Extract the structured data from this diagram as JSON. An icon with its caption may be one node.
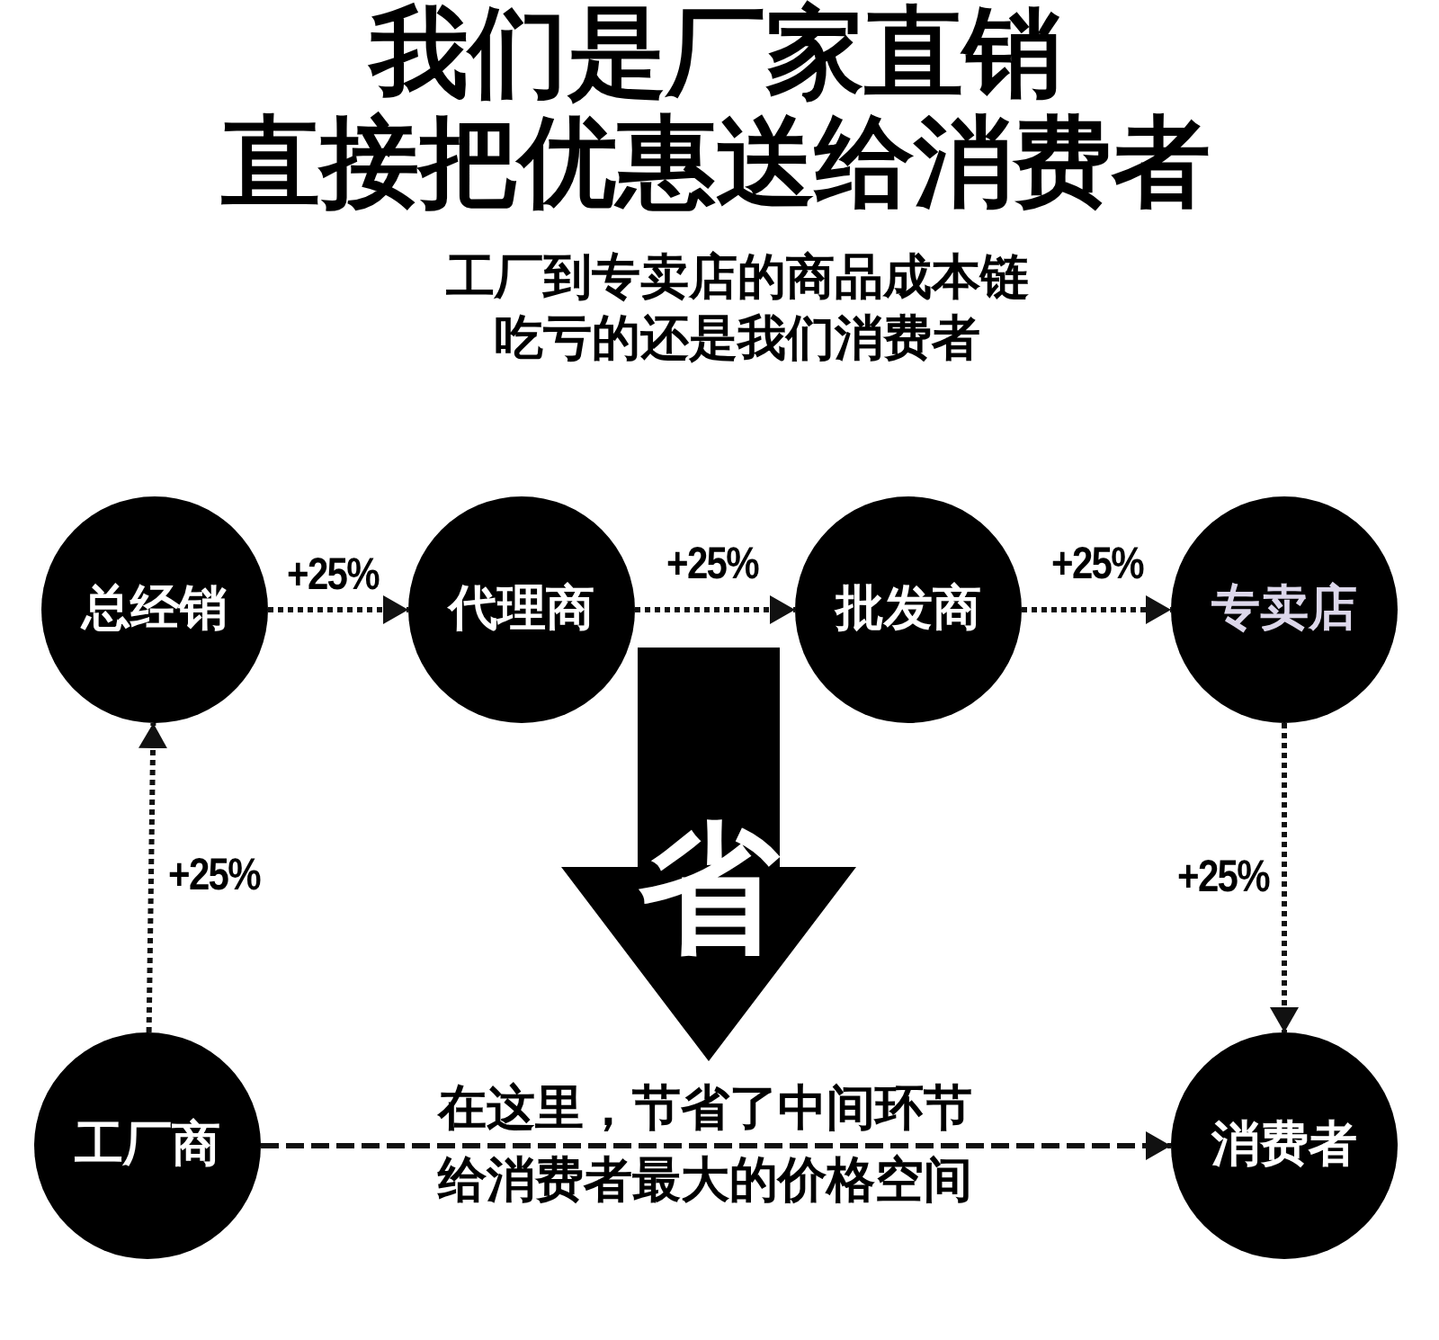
{
  "diagram": {
    "title": "我们是厂家直销",
    "nodes": [
      {
        "text": [
          "总经销"
        ]
      },
      {
        "text": [
          "代理商"
        ]
      },
      {
        "text": [
          "批发商"
        ]
      },
      {
        "text": [
          "专卖店"
        ]
      },
      {
        "text": [
          "省"
        ]
      },
      {
        "text": [
          "工厂商"
        ]
      },
      {
        "text": [
          "消费者"
        ]
      }
    ],
    "edges": [
      {
        "from": 0,
        "to": 1,
        "arrow": "to",
        "label": "+25%"
      },
      {
        "from": 1,
        "to": 2,
        "arrow": "to",
        "label": "+25%"
      },
      {
        "from": 2,
        "to": 3,
        "arrow": "to",
        "label": "+25%"
      },
      {
        "from": 5,
        "to": 0,
        "arrow": "to",
        "label": "+25%"
      },
      {
        "from": 3,
        "to": 6,
        "arrow": "to",
        "label": "+25%"
      },
      {
        "from": 5,
        "to": 6,
        "arrow": "to",
        "label": "在这里，节省了中间环节给消费者最大的价格空间",
        "style": "dashed"
      }
    ],
    "labels": [
      "直接把优惠送给消费者",
      "工厂到专卖店的商品成本链吃亏的还是我们消费者"
    ]
  }
}
